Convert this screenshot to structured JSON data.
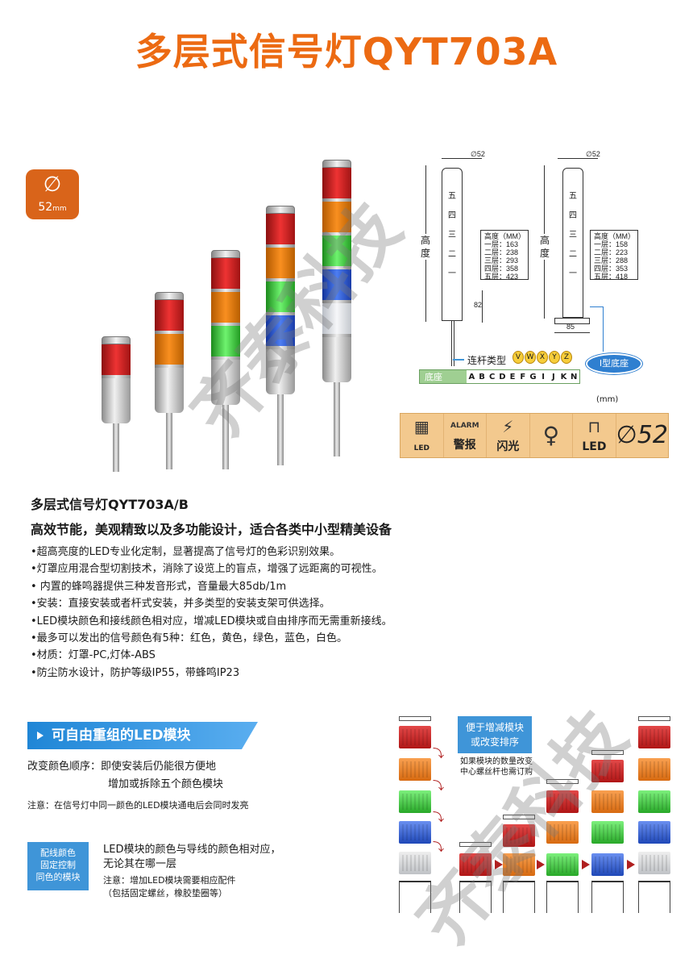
{
  "title": "多层式信号灯QYT703A",
  "badge": {
    "symbol": "∅",
    "size": "52",
    "unit": "mm"
  },
  "drawing": {
    "diameter_label_left": "∅52",
    "diameter_label_right": "∅52",
    "height_label": "高度",
    "tube_layers": [
      "五",
      "四",
      "三",
      "二",
      "一"
    ],
    "spec_left": {
      "head": "高度（MM）",
      "rows": [
        "一层：163",
        "二层：238",
        "三层：293",
        "四层：358",
        "五层：423"
      ]
    },
    "spec_right": {
      "head": "高度（MM）",
      "rows": [
        "一层：158",
        "二层：223",
        "三层：288",
        "四层：353",
        "五层：418"
      ]
    },
    "pole_dim": "82",
    "base_dim": "85",
    "pole_types_label": "连杆类型",
    "pole_types": [
      "V",
      "W",
      "X",
      "Y",
      "Z"
    ],
    "base_label": "底座",
    "base_types": [
      "A",
      "B",
      "C",
      "D",
      "E",
      "F",
      "G",
      "I",
      "J",
      "K",
      "N"
    ],
    "i_base_label": "I型底座",
    "unit_note": "(mm)"
  },
  "icons": [
    {
      "name": "led-module-icon",
      "glyph": "▦",
      "label": "LED"
    },
    {
      "name": "alarm-icon",
      "glyph": "ALARM",
      "label": "警报"
    },
    {
      "name": "flash-icon",
      "glyph": "⚡",
      "label": "闪光"
    },
    {
      "name": "bulb-icon",
      "glyph": "♀",
      "label": ""
    },
    {
      "name": "led-icon",
      "glyph": "⊓",
      "label": "LED"
    },
    {
      "name": "diameter-icon",
      "glyph": "∅52",
      "label": ""
    }
  ],
  "product": {
    "model": "多层式信号灯QYT703A/B",
    "headline": "高效节能，美观精致以及多功能设计，适合各类中小型精美设备",
    "features": [
      "•超高亮度的LED专业化定制，显著提高了信号灯的色彩识别效果。",
      "•灯罩应用混合型切割技术，消除了设览上的盲点，增强了远距离的可视性。",
      "• 内置的蜂鸣器提供三种发音形式，音量最大85db/1m",
      "•安装：直接安装或者杆式安装，并多类型的安装支架可供选择。",
      "•LED模块颜色和接线颜色相对应，增减LED模块或自由排序而无需重新接线。",
      "•最多可以发出的信号颜色有5种：红色，黄色，绿色，蓝色，白色。",
      "•材质：灯罩-PC,灯体-ABS",
      "•防尘防水设计，防护等级IP55，带蜂鸣IP23"
    ]
  },
  "modules_section": {
    "banner": "可自由重组的LED模块",
    "line1": "改变颜色顺序：即使安装后仍能很方便地",
    "line2": "增加或拆除五个颜色模块",
    "note": "注意：在信号灯中同一颜色的LED模块通电后会同时发亮",
    "wire_box": [
      "配线颜色",
      "固定控制",
      "同色的模块"
    ],
    "wire_line1": "LED模块的颜色与导线的颜色相对应，",
    "wire_line2": "无论其在哪一层",
    "wire_note1": "注意：增加LED模块需要相应配件",
    "wire_note2": "（包括固定螺丝，橡胶垫圈等）",
    "blue_note": [
      "便于增减模块",
      "或改变排序"
    ],
    "gray_note": [
      "如果模块的数量改变",
      "中心螺丝杆也需订购"
    ]
  },
  "watermark": "齐泰科技"
}
